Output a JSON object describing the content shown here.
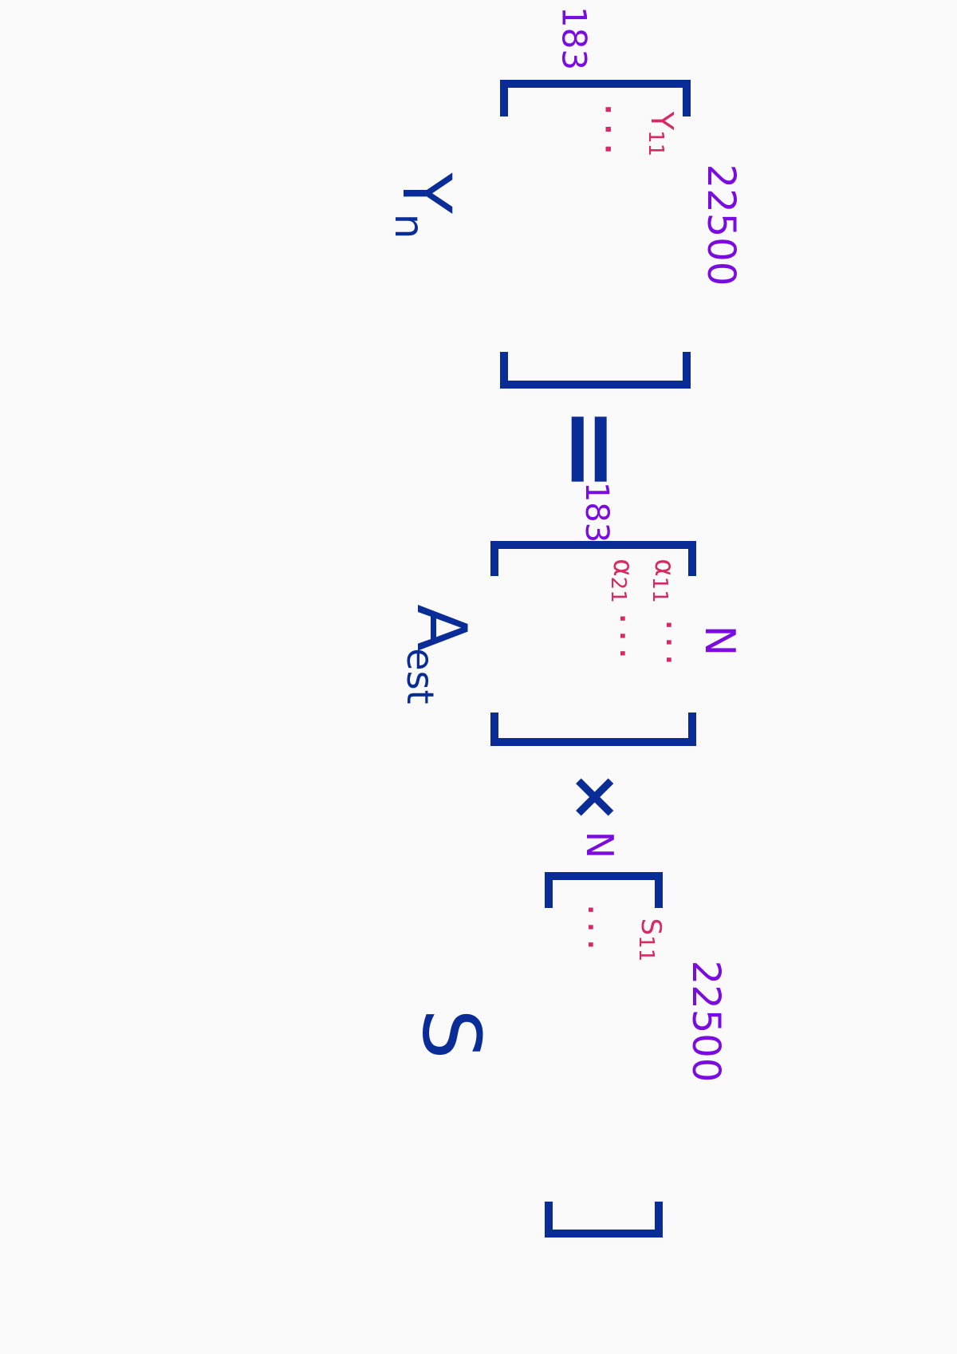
{
  "colors": {
    "background": "#fafafa",
    "matrix_navy": "#0a2c97",
    "dimension_purple": "#7a0ce0",
    "element_pink": "#d62a62"
  },
  "left_side": {
    "name": "Y",
    "subscript": "n",
    "rows_label": "183",
    "cols_label": "22500",
    "first_element": "Y",
    "first_element_index": "11",
    "dots": "· · ·"
  },
  "equals": "=",
  "mixing_matrix": {
    "name": "A",
    "subscript": "est",
    "rows_label": "183",
    "cols_label": "N",
    "element_row1": "α",
    "element_row1_index": "11",
    "element_row2": "α",
    "element_row2_index": "21",
    "row1_dots": "· · ·",
    "row2_dots": "· · ·"
  },
  "times": "×",
  "source_matrix": {
    "name": "S",
    "rows_label": "N",
    "cols_label": "22500",
    "first_element": "S",
    "first_element_index": "11",
    "dots": "· · ·"
  }
}
